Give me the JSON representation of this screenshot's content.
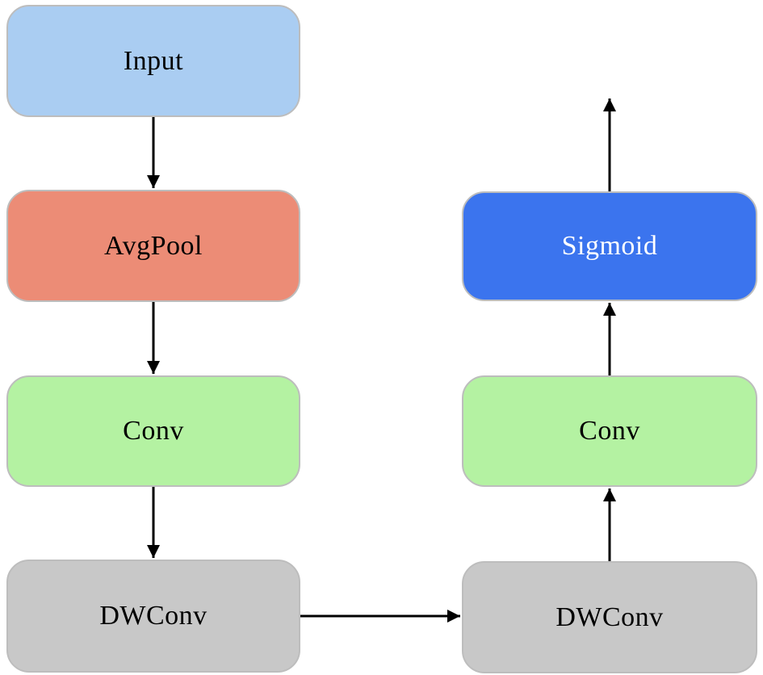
{
  "diagram": {
    "title": "attention-module-flowchart",
    "background_color": "#ffffff",
    "node_border_color": "#bdbdbd",
    "arrow_color": "#000000",
    "nodes": [
      {
        "id": "input",
        "label": "Input",
        "fill": "#aacdf2",
        "text_color": "#000000"
      },
      {
        "id": "avgpool",
        "label": "AvgPool",
        "fill": "#ec8c76",
        "text_color": "#000000"
      },
      {
        "id": "conv-left",
        "label": "Conv",
        "fill": "#b4f2a2",
        "text_color": "#000000"
      },
      {
        "id": "dwconv-left",
        "label": "DWConv",
        "fill": "#c8c8c8",
        "text_color": "#000000"
      },
      {
        "id": "dwconv-right",
        "label": "DWConv",
        "fill": "#c8c8c8",
        "text_color": "#000000"
      },
      {
        "id": "conv-right",
        "label": "Conv",
        "fill": "#b4f2a2",
        "text_color": "#000000"
      },
      {
        "id": "sigmoid",
        "label": "Sigmoid",
        "fill": "#3b74ee",
        "text_color": "#ffffff"
      }
    ],
    "edges": [
      {
        "from": "input",
        "to": "avgpool"
      },
      {
        "from": "avgpool",
        "to": "conv-left"
      },
      {
        "from": "conv-left",
        "to": "dwconv-left"
      },
      {
        "from": "dwconv-left",
        "to": "dwconv-right"
      },
      {
        "from": "dwconv-right",
        "to": "conv-right"
      },
      {
        "from": "conv-right",
        "to": "sigmoid"
      },
      {
        "from": "sigmoid",
        "to": "output"
      }
    ]
  }
}
